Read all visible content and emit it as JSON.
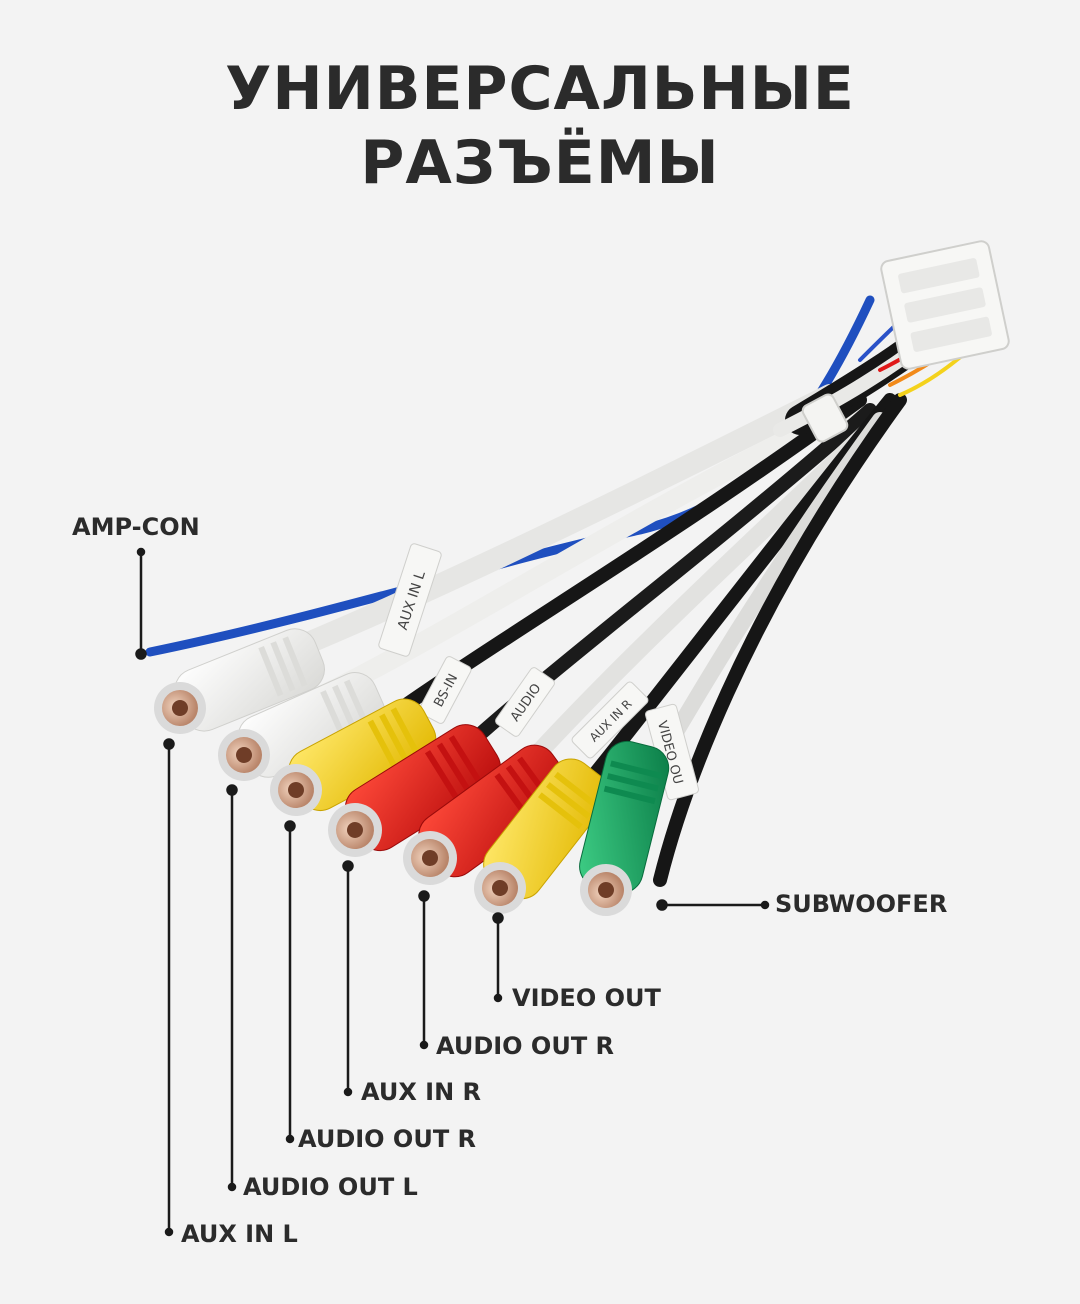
{
  "title": {
    "line1": "УНИВЕРСАЛЬНЫЕ",
    "line2": "РАЗЪЁМЫ"
  },
  "callouts": [
    {
      "id": "amp-con",
      "text": "AMP-CON"
    },
    {
      "id": "aux-in-l",
      "text": "AUX IN L"
    },
    {
      "id": "audio-out-l",
      "text": "AUDIO OUT L"
    },
    {
      "id": "audio-out-r-1",
      "text": "AUDIO OUT R"
    },
    {
      "id": "aux-in-r",
      "text": "AUX IN R"
    },
    {
      "id": "audio-out-r-2",
      "text": "AUDIO OUT R"
    },
    {
      "id": "video-out",
      "text": "VIDEO OUT"
    },
    {
      "id": "subwoofer",
      "text": "SUBWOOFER"
    }
  ],
  "wire_tags": [
    {
      "id": "tag-aux-in-l",
      "text": "AUX IN L"
    },
    {
      "id": "tag-bs-in",
      "text": "BS-IN"
    },
    {
      "id": "tag-audio",
      "text": "AUDIO"
    },
    {
      "id": "tag-aux-in-r",
      "text": "AUX IN R"
    },
    {
      "id": "tag-video-out",
      "text": "VIDEO OU"
    }
  ],
  "colors": {
    "text": "#2b2b2b",
    "background": "#f3f3f3",
    "connector_white": "#f7f7f5",
    "connector_yellow": "#f4d21c",
    "connector_red": "#e01818",
    "connector_green": "#12a05e",
    "wire_blue": "#1f4fbf",
    "wire_black": "#161616",
    "wire_white": "#e9e9e9",
    "rca_gold": "#d7a98b"
  }
}
